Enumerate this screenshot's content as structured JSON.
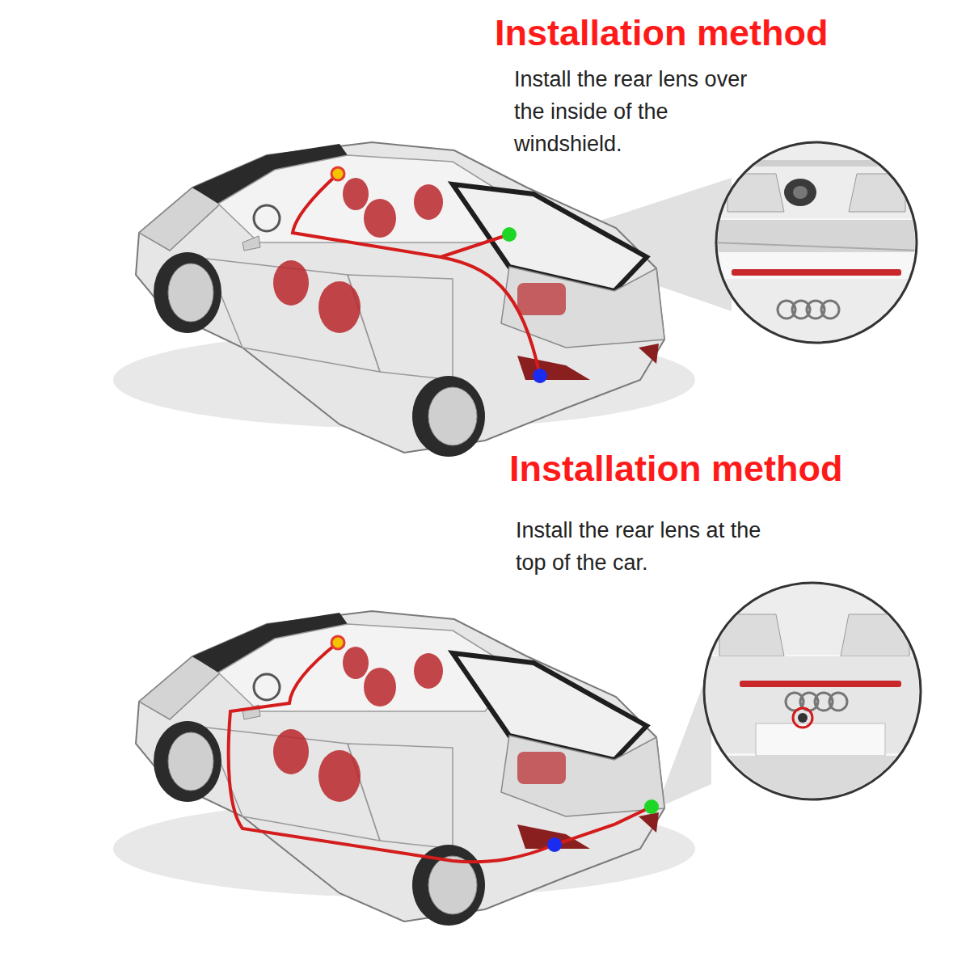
{
  "diagram": {
    "labels": [
      "Installation method",
      "Install the rear lens over the inside of the windshield.",
      "Installation method",
      "Install the rear lens at the top of the car."
    ]
  }
}
